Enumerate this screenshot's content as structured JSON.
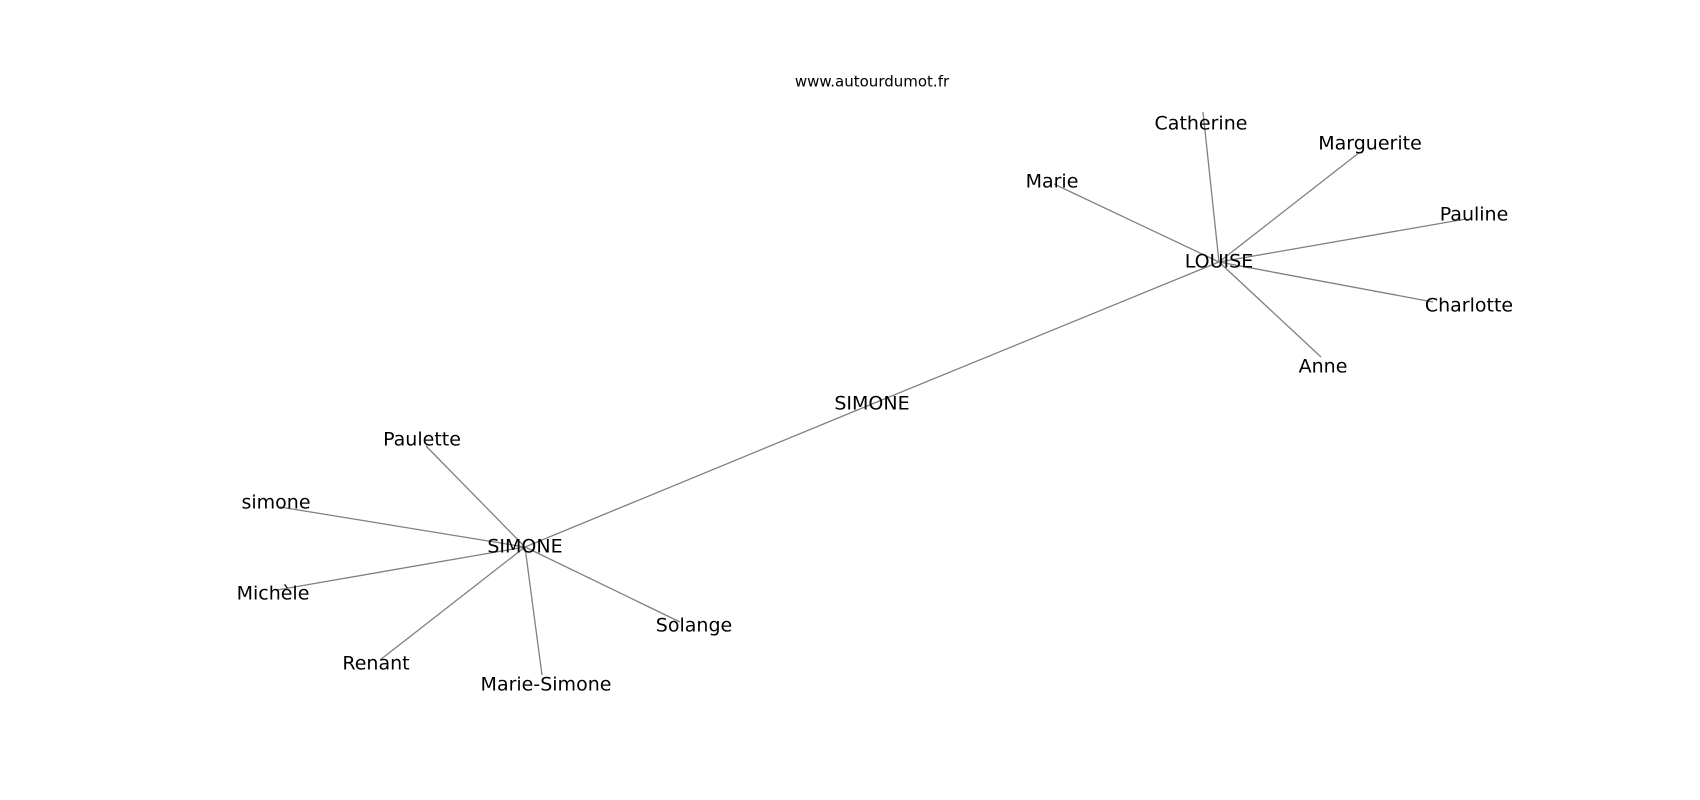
{
  "source": "www.autourdumot.fr",
  "nodes": [
    {
      "id": "simone_center",
      "label": "SIMONE"
    },
    {
      "id": "louise",
      "label": "LOUISE"
    },
    {
      "id": "simone_hub",
      "label": "SIMONE"
    },
    {
      "id": "marie",
      "label": "Marie"
    },
    {
      "id": "catherine",
      "label": "Catherine"
    },
    {
      "id": "marguerite",
      "label": "Marguerite"
    },
    {
      "id": "pauline",
      "label": "Pauline"
    },
    {
      "id": "charlotte",
      "label": "Charlotte"
    },
    {
      "id": "anne",
      "label": "Anne"
    },
    {
      "id": "paulette",
      "label": "Paulette"
    },
    {
      "id": "simone_lower",
      "label": "simone"
    },
    {
      "id": "michele",
      "label": "Michèle"
    },
    {
      "id": "renant",
      "label": "Renant"
    },
    {
      "id": "marie_simone",
      "label": "Marie-Simone"
    },
    {
      "id": "solange",
      "label": "Solange"
    }
  ],
  "edges": [
    [
      "simone_center",
      "louise"
    ],
    [
      "simone_center",
      "simone_hub"
    ],
    [
      "louise",
      "marie"
    ],
    [
      "louise",
      "catherine"
    ],
    [
      "louise",
      "marguerite"
    ],
    [
      "louise",
      "pauline"
    ],
    [
      "louise",
      "charlotte"
    ],
    [
      "louise",
      "anne"
    ],
    [
      "simone_hub",
      "paulette"
    ],
    [
      "simone_hub",
      "simone_lower"
    ],
    [
      "simone_hub",
      "michele"
    ],
    [
      "simone_hub",
      "renant"
    ],
    [
      "simone_hub",
      "marie_simone"
    ],
    [
      "simone_hub",
      "solange"
    ]
  ]
}
